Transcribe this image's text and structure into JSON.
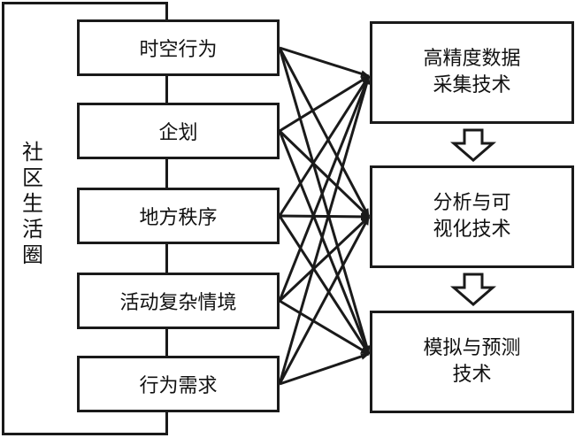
{
  "diagram": {
    "outer_label": "社区生活圈",
    "left_boxes": [
      {
        "label": "时空行为"
      },
      {
        "label": "企划"
      },
      {
        "label": "地方秩序"
      },
      {
        "label": "活动复杂情境"
      },
      {
        "label": "行为需求"
      }
    ],
    "right_boxes": [
      {
        "label_line1": "高精度数据",
        "label_line2": "采集技术"
      },
      {
        "label_line1": "分析与可",
        "label_line2": "视化技术"
      },
      {
        "label_line1": "模拟与预测",
        "label_line2": "技术"
      }
    ],
    "connections": "each left box links to every right box",
    "flow": [
      "高精度数据采集技术 → 分析与可视化技术",
      "分析与可视化技术 → 模拟与预测技术"
    ]
  }
}
